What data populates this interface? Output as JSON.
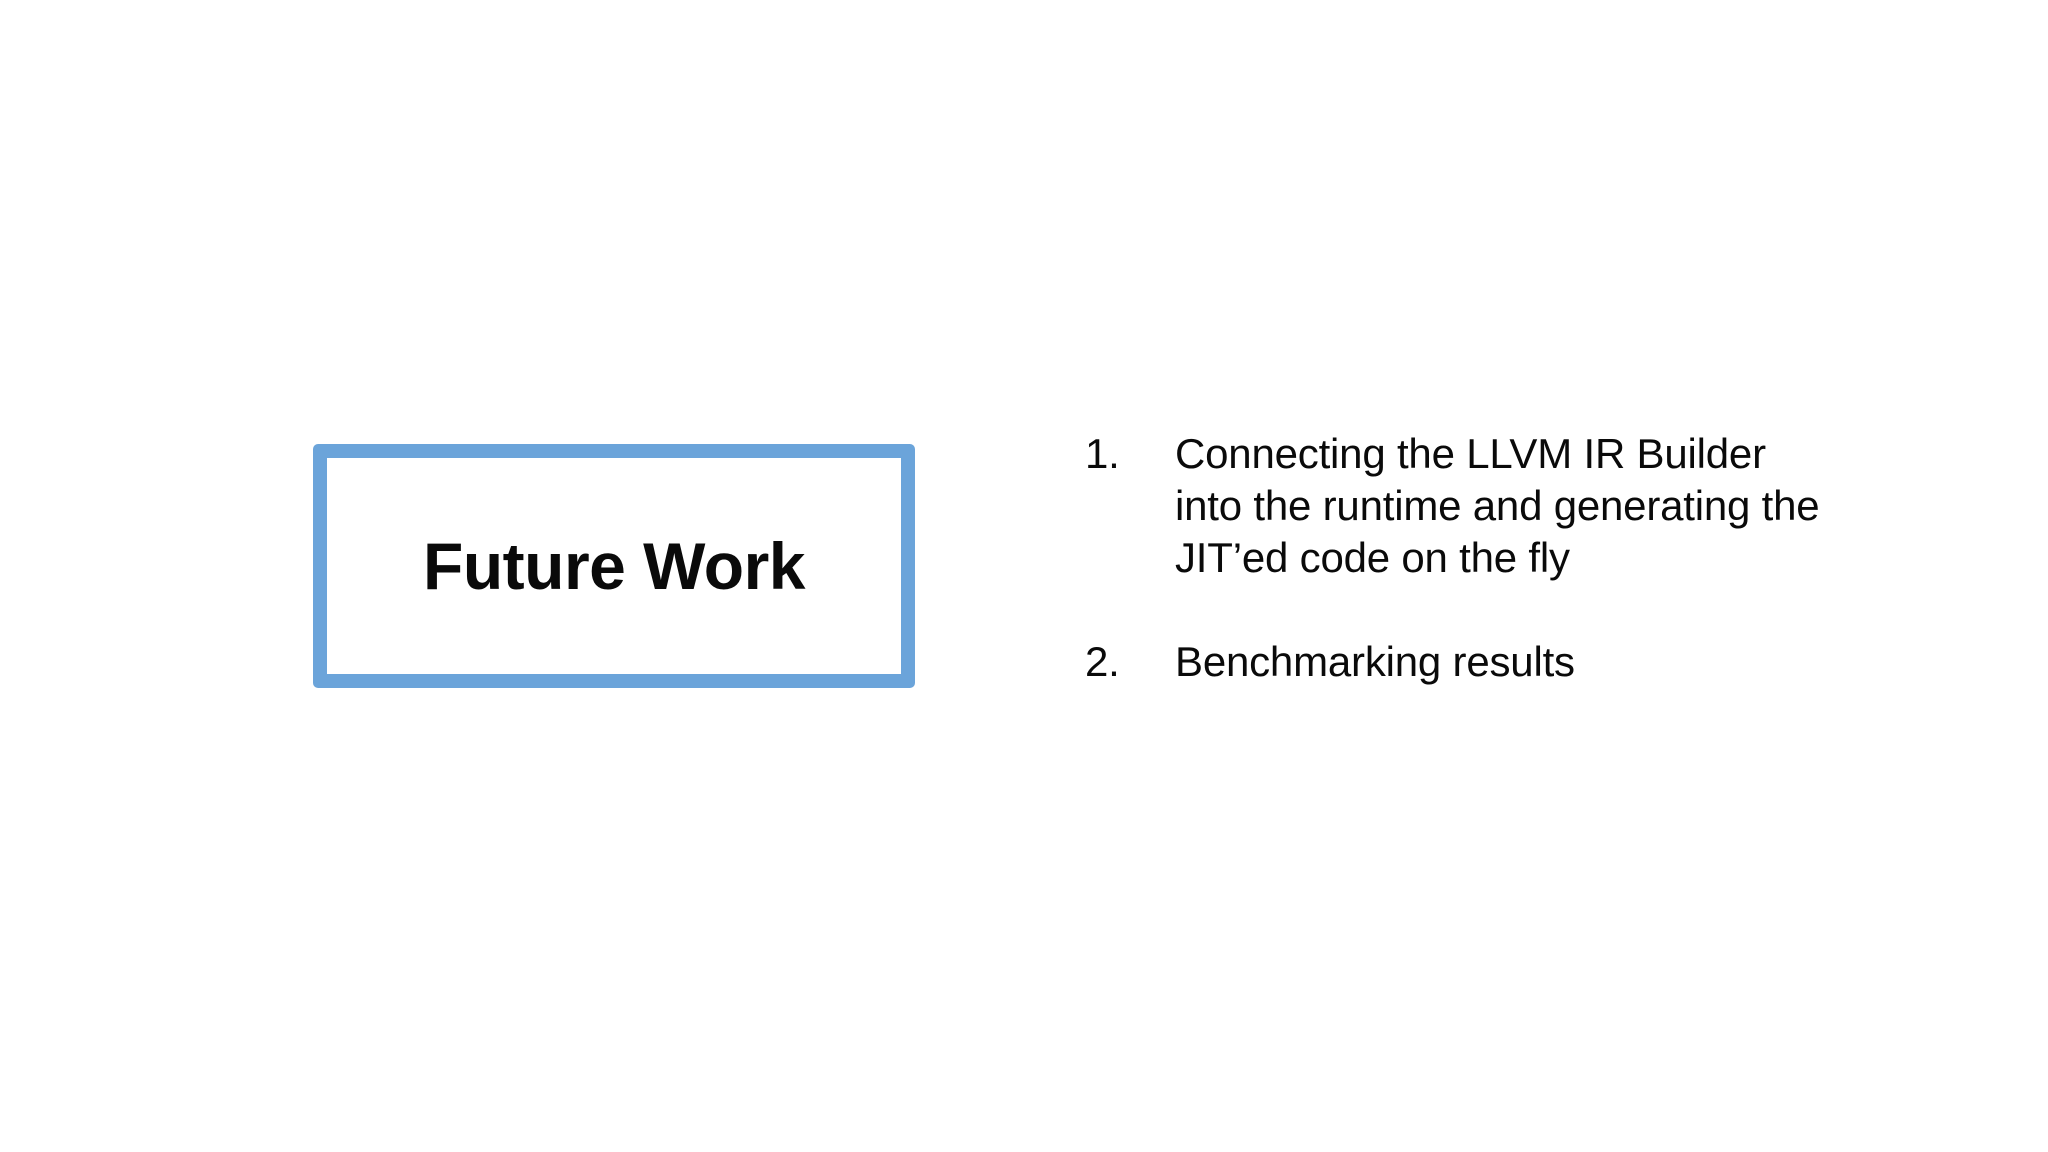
{
  "slide": {
    "background_color": "#ffffff",
    "title_card": {
      "label": "Future Work",
      "border_color": "#6ba4da",
      "fill_color": "#ffffff",
      "text_color": "#0a0a0a"
    },
    "points": {
      "list_type": "ordered-decimal",
      "text_color": "#0a0a0a",
      "items": [
        {
          "marker": "1.",
          "text": "Connecting the LLVM IR Builder into the runtime and generating the JIT’ed code on the fly"
        },
        {
          "marker": "2.",
          "text": "Benchmarking results"
        }
      ]
    }
  }
}
